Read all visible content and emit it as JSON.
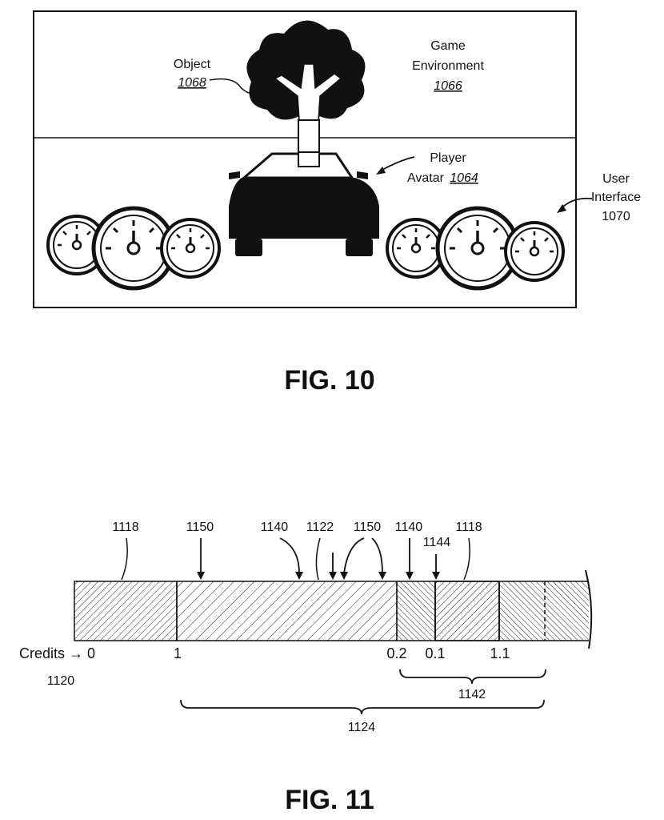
{
  "fig10": {
    "caption": "FIG. 10",
    "game_environment": {
      "line1": "Game",
      "line2": "Environment",
      "ref": "1066"
    },
    "object": {
      "label": "Object",
      "ref": "1068"
    },
    "player_avatar": {
      "line1": "Player",
      "line2": "Avatar",
      "ref": "1064"
    },
    "user_interface": {
      "line1": "User",
      "line2": "Interface",
      "ref": "1070"
    }
  },
  "fig11": {
    "caption": "FIG. 11",
    "top_labels": [
      "1118",
      "1150",
      "1140",
      "1122",
      "1150",
      "1140",
      "1144",
      "1118"
    ],
    "credits_label": "Credits → 0",
    "credits_ref": "1120",
    "tick_values": [
      "1",
      "0.2",
      "0.1",
      "1.1"
    ],
    "brace_small": "1142",
    "brace_large": "1124"
  },
  "colors": {
    "ink": "#111111",
    "background": "#ffffff"
  },
  "icons": [
    "tree-icon",
    "car-avatar-icon",
    "gauge-icon"
  ]
}
